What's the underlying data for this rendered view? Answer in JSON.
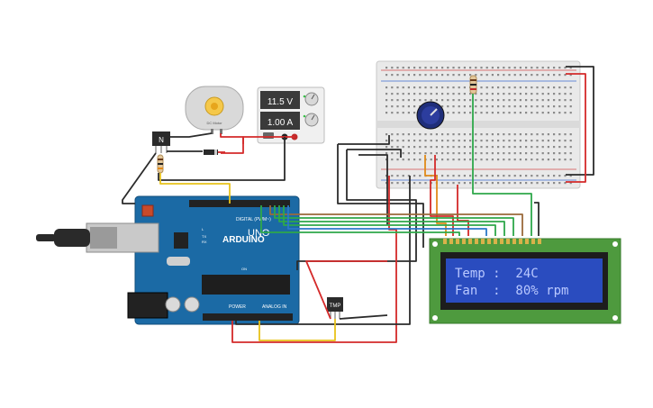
{
  "arduino": {
    "brand": "ARDUINO",
    "model": "UNO",
    "digital_label": "DIGITAL (PWM~)",
    "power_label": "POWER",
    "analog_label": "ANALOG IN",
    "tx_label": "TX",
    "rx_label": "RX",
    "l_label": "L",
    "on_label": "ON"
  },
  "power_supply": {
    "voltage": "11.5 V",
    "current": "1.00 A"
  },
  "motor": {
    "label": "DC Motor"
  },
  "transistor": {
    "label": "N"
  },
  "temp_sensor": {
    "label": "TMP"
  },
  "lcd": {
    "line1": "Temp :  24C",
    "line2": "Fan  :  80% rpm"
  },
  "colors": {
    "arduino_blue": "#1b6aa5",
    "lcd_green": "#4e9a3e",
    "lcd_screen": "#2a4cbf",
    "lcd_text": "#b9c8ff",
    "wire_red": "#d42a2a",
    "wire_black": "#2b2b2b",
    "wire_green": "#2ea84a",
    "wire_yellow": "#e8c21a",
    "wire_orange": "#e08a1a",
    "wire_brown": "#9a6a3a",
    "wire_blue": "#2b78c9"
  }
}
